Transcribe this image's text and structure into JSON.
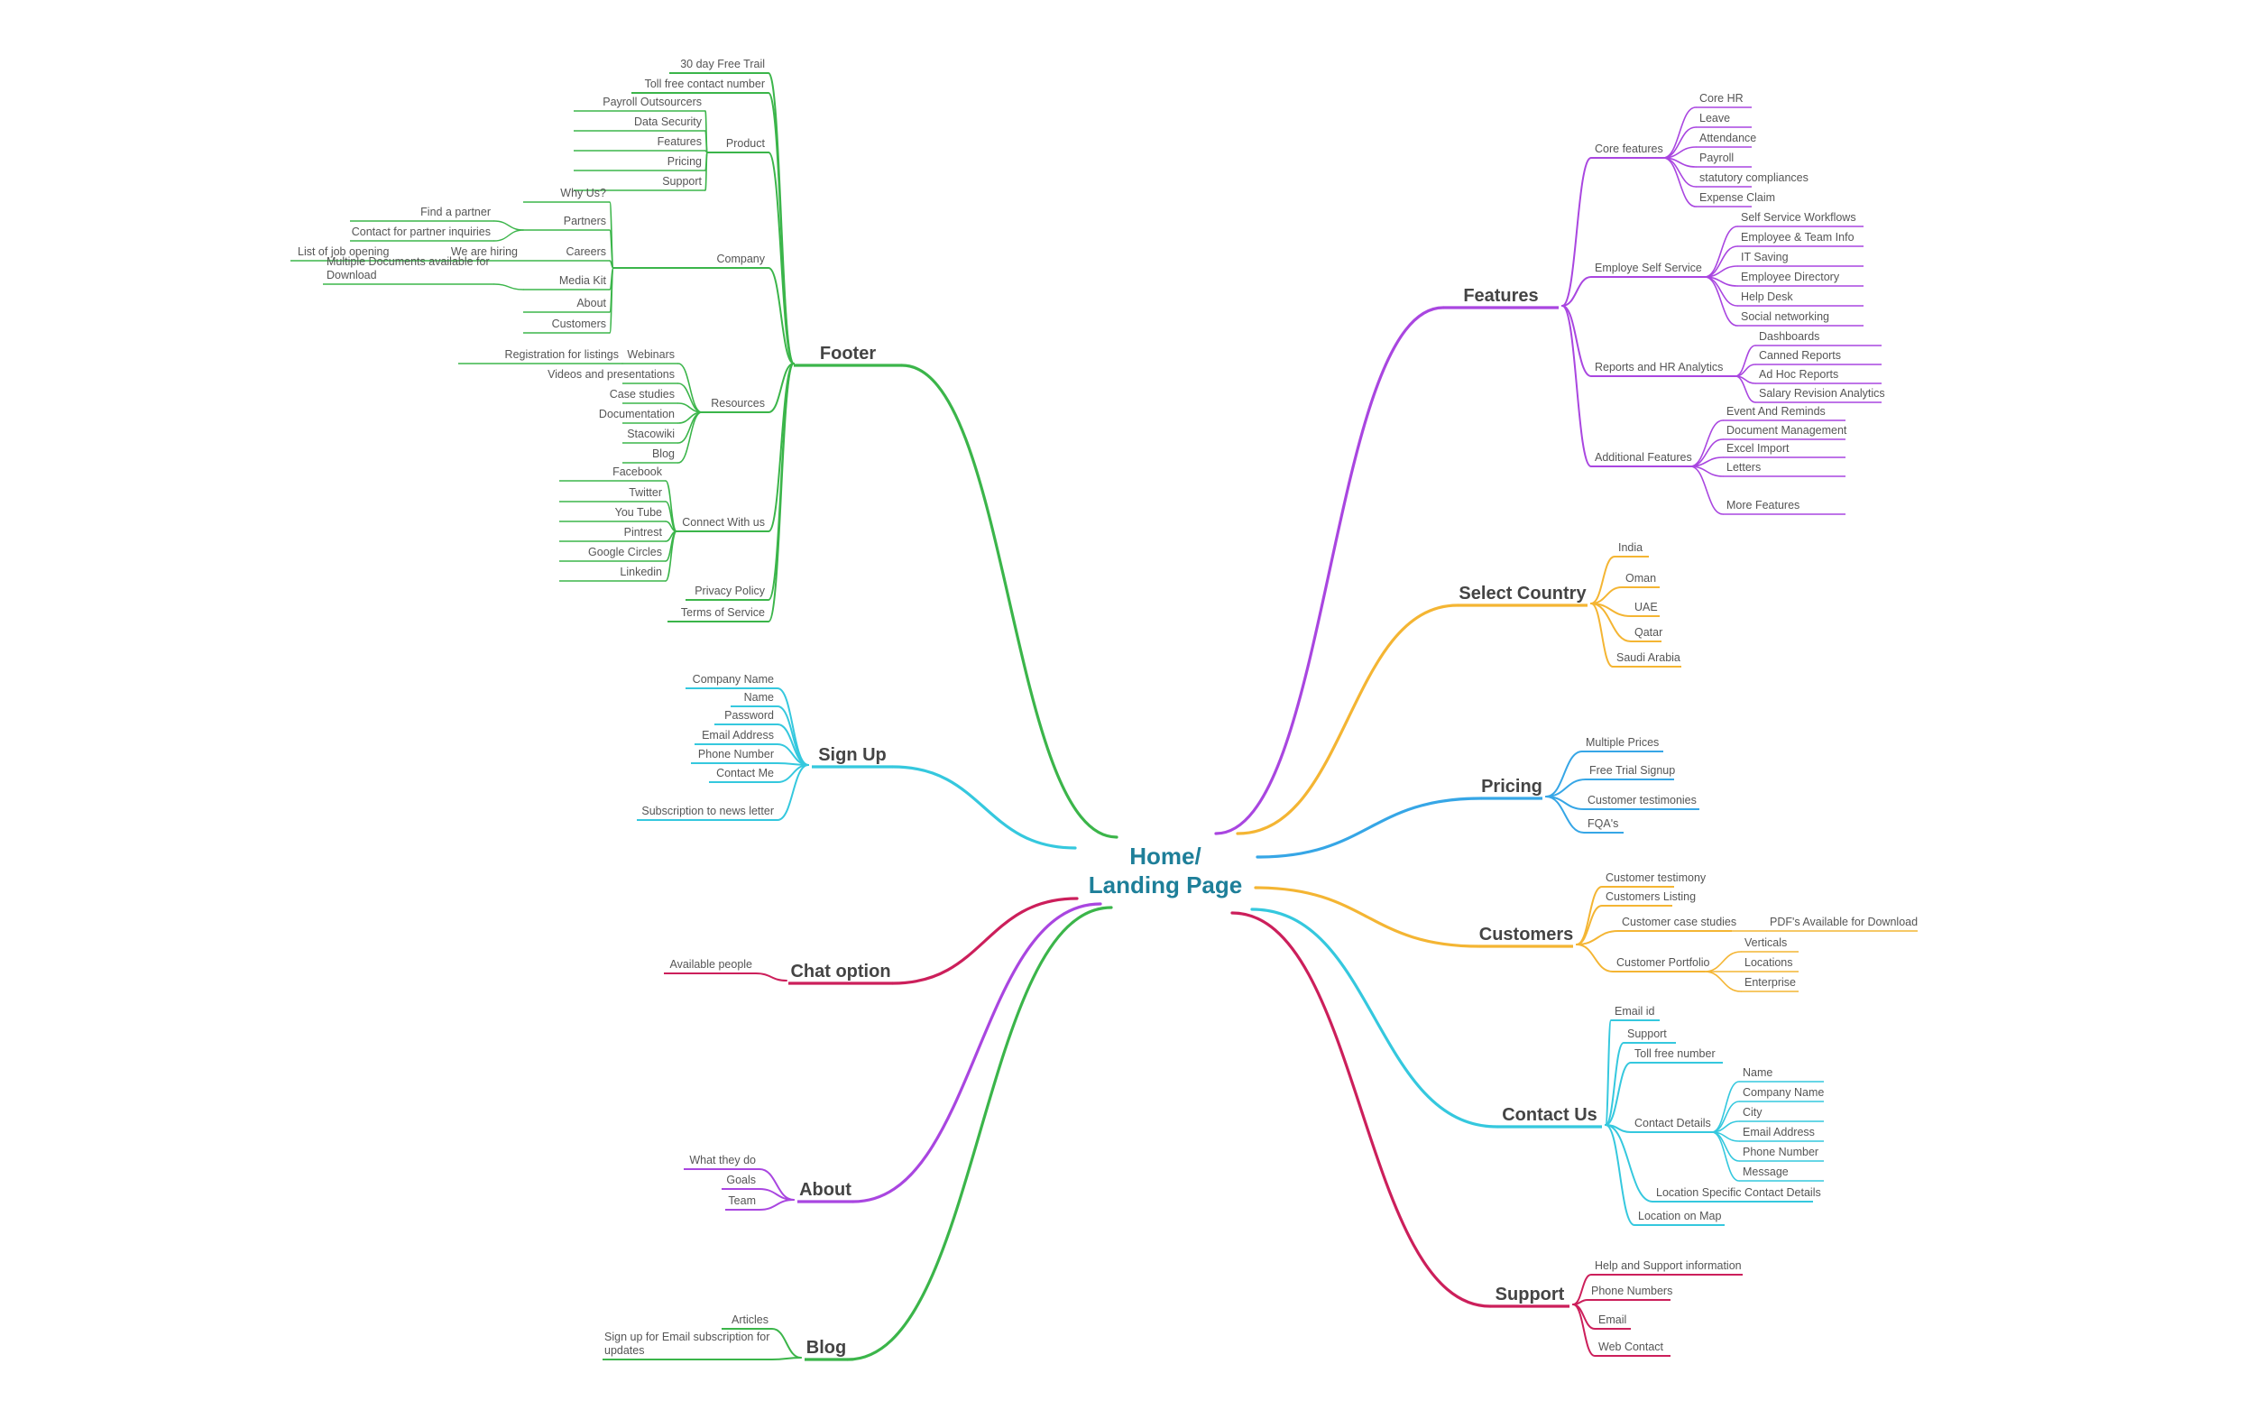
{
  "root": {
    "label_line1": "Home/",
    "label_line2": "Landing Page"
  },
  "colors": {
    "green": "#3bb54a",
    "purple": "#a946e0",
    "amber": "#f4b533",
    "blue": "#36a6e6",
    "cyan": "#35c8de",
    "crimson": "#cc1f5b",
    "root": "#1e7f99"
  },
  "branches": [
    {
      "id": "footer",
      "label": "Footer",
      "color": "green",
      "children": [
        {
          "label": "30 day Free Trail"
        },
        {
          "label": "Toll free contact number"
        },
        {
          "label": "Product",
          "children": [
            {
              "label": "Payroll Outsourcers"
            },
            {
              "label": "Data Security"
            },
            {
              "label": "Features"
            },
            {
              "label": "Pricing"
            },
            {
              "label": "Support"
            }
          ]
        },
        {
          "label": "Company",
          "children": [
            {
              "label": "Why Us?"
            },
            {
              "label": "Partners",
              "children": [
                {
                  "label": "Find a partner"
                },
                {
                  "label": "Contact for partner inquiries"
                }
              ]
            },
            {
              "label": "Careers",
              "children": [
                {
                  "label": "We are hiring"
                },
                {
                  "label": "List of job opening"
                }
              ]
            },
            {
              "label": "Media Kit",
              "children": [
                {
                  "label": "Multiple Documents available for",
                  "label2": "Download"
                }
              ]
            },
            {
              "label": "About"
            },
            {
              "label": "Customers"
            }
          ]
        },
        {
          "label": "Resources",
          "children": [
            {
              "label": "Webinars",
              "children": [
                {
                  "label": "Registration for listings"
                }
              ]
            },
            {
              "label": "Videos and presentations"
            },
            {
              "label": "Case studies"
            },
            {
              "label": "Documentation"
            },
            {
              "label": "Stacowiki"
            },
            {
              "label": "Blog"
            }
          ]
        },
        {
          "label": "Connect With us",
          "children": [
            {
              "label": "Facebook"
            },
            {
              "label": "Twitter"
            },
            {
              "label": "You Tube"
            },
            {
              "label": "Pintrest"
            },
            {
              "label": "Google Circles"
            },
            {
              "label": "Linkedin"
            }
          ]
        },
        {
          "label": "Privacy Policy"
        },
        {
          "label": "Terms of Service"
        }
      ]
    },
    {
      "id": "signup",
      "label": "Sign Up",
      "color": "cyan",
      "children": [
        {
          "label": "Company Name"
        },
        {
          "label": "Name"
        },
        {
          "label": "Password"
        },
        {
          "label": "Email Address"
        },
        {
          "label": "Phone Number"
        },
        {
          "label": "Contact Me"
        },
        {
          "label": "Subscription to news letter"
        }
      ]
    },
    {
      "id": "chat",
      "label": "Chat option",
      "color": "crimson",
      "children": [
        {
          "label": "Available people"
        }
      ]
    },
    {
      "id": "about",
      "label": "About",
      "color": "purple",
      "children": [
        {
          "label": "What they do"
        },
        {
          "label": "Goals"
        },
        {
          "label": "Team"
        }
      ]
    },
    {
      "id": "blog",
      "label": "Blog",
      "color": "green",
      "children": [
        {
          "label": "Articles"
        },
        {
          "label": "Sign up for Email subscription for",
          "label2": "updates"
        }
      ]
    },
    {
      "id": "features",
      "label": "Features",
      "color": "purple",
      "children": [
        {
          "label": "Core features",
          "children": [
            {
              "label": "Core HR"
            },
            {
              "label": "Leave"
            },
            {
              "label": "Attendance"
            },
            {
              "label": "Payroll"
            },
            {
              "label": "statutory compliances"
            },
            {
              "label": "Expense Claim"
            }
          ]
        },
        {
          "label": "Employe Self Service",
          "children": [
            {
              "label": "Self Service Workflows"
            },
            {
              "label": "Employee & Team Info"
            },
            {
              "label": "IT Saving"
            },
            {
              "label": "Employee Directory"
            },
            {
              "label": "Help Desk"
            },
            {
              "label": "Social networking"
            }
          ]
        },
        {
          "label": "Reports and HR Analytics",
          "children": [
            {
              "label": "Dashboards"
            },
            {
              "label": "Canned Reports"
            },
            {
              "label": "Ad Hoc Reports"
            },
            {
              "label": "Salary Revision Analytics"
            }
          ]
        },
        {
          "label": "Additional Features",
          "children": [
            {
              "label": "Event And Reminds"
            },
            {
              "label": "Document Management"
            },
            {
              "label": "Excel Import"
            },
            {
              "label": "Letters"
            },
            {
              "label": "More Features"
            }
          ]
        }
      ]
    },
    {
      "id": "country",
      "label": "Select Country",
      "color": "amber",
      "children": [
        {
          "label": "India"
        },
        {
          "label": "Oman"
        },
        {
          "label": "UAE"
        },
        {
          "label": "Qatar"
        },
        {
          "label": "Saudi Arabia"
        }
      ]
    },
    {
      "id": "pricing",
      "label": "Pricing",
      "color": "blue",
      "children": [
        {
          "label": "Multiple Prices"
        },
        {
          "label": "Free Trial Signup"
        },
        {
          "label": "Customer testimonies"
        },
        {
          "label": "FQA's"
        }
      ]
    },
    {
      "id": "customers",
      "label": "Customers",
      "color": "amber",
      "children": [
        {
          "label": "Customer testimony"
        },
        {
          "label": "Customers Listing"
        },
        {
          "label": "Customer case studies",
          "children": [
            {
              "label": "PDF's Available for Download"
            }
          ]
        },
        {
          "label": "Customer Portfolio",
          "children": [
            {
              "label": "Verticals"
            },
            {
              "label": "Locations"
            },
            {
              "label": "Enterprise"
            }
          ]
        }
      ]
    },
    {
      "id": "contact",
      "label": "Contact Us",
      "color": "cyan",
      "children": [
        {
          "label": "Email id"
        },
        {
          "label": "Support"
        },
        {
          "label": "Toll free number"
        },
        {
          "label": "Contact Details",
          "children": [
            {
              "label": "Name"
            },
            {
              "label": "Company Name"
            },
            {
              "label": "City"
            },
            {
              "label": "Email Address"
            },
            {
              "label": "Phone Number"
            },
            {
              "label": "Message"
            }
          ]
        },
        {
          "label": "Location Specific Contact Details"
        },
        {
          "label": "Location on Map"
        }
      ]
    },
    {
      "id": "support",
      "label": "Support",
      "color": "crimson",
      "children": [
        {
          "label": "Help and Support information"
        },
        {
          "label": "Phone Numbers"
        },
        {
          "label": "Email"
        },
        {
          "label": "Web Contact"
        }
      ]
    }
  ]
}
